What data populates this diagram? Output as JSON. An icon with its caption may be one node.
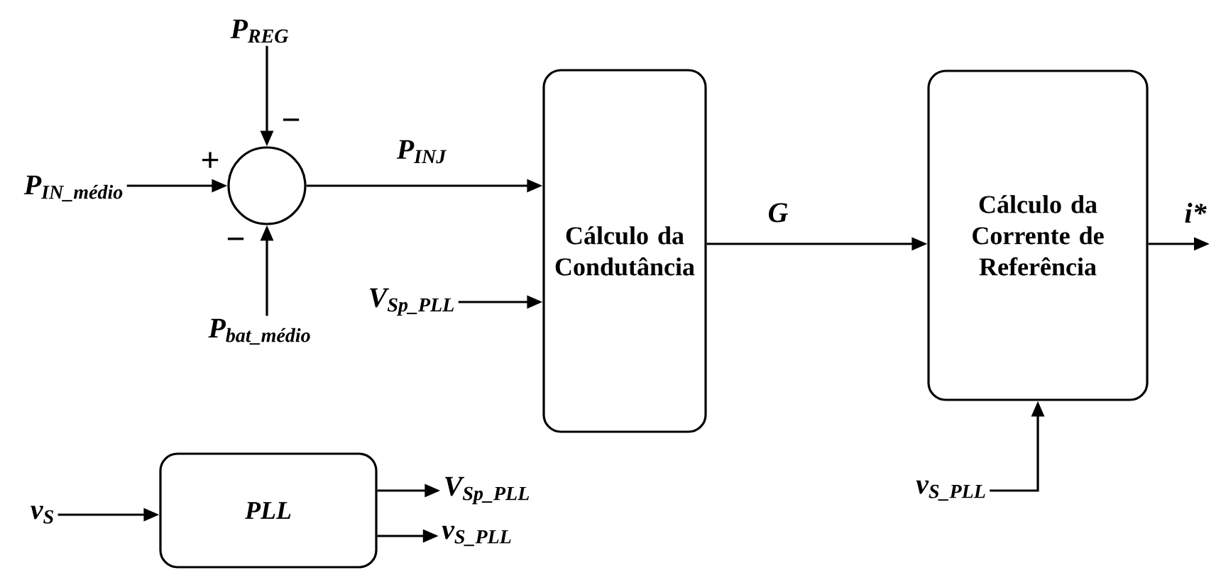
{
  "diagram": {
    "nodes": [
      {
        "text": [
          "P$_{IN_médio}$"
        ]
      },
      {
        "text": [
          "P$_{REG}$"
        ]
      },
      {
        "text": [
          "P$_{bat_médio}$"
        ]
      },
      {
        "text": [],
        "shape": "circle"
      },
      {
        "text": [
          "Cálculo da Condutância"
        ]
      },
      {
        "text": [
          "V$_{Sp_PLL}$"
        ]
      },
      {
        "text": [
          "Cálculo da Corrente de Referência"
        ]
      },
      {
        "text": [
          "i*"
        ]
      },
      {
        "text": [
          "v$_{S_PLL}$"
        ]
      },
      {
        "text": [
          "v$_{S}$"
        ]
      },
      {
        "text": [
          "PLL"
        ]
      },
      {
        "text": [
          "V$_{Sp_PLL}$"
        ]
      },
      {
        "text": [
          "v$_{S_PLL}$"
        ]
      }
    ],
    "edges": [
      {
        "from": 0,
        "to": 3,
        "arrow": "to"
      },
      {
        "from": 1,
        "to": 3,
        "arrow": "to"
      },
      {
        "from": 2,
        "to": 3,
        "arrow": "to"
      },
      {
        "from": 3,
        "to": 4,
        "arrow": "to",
        "label": "P$_{INJ}$"
      },
      {
        "from": 5,
        "to": 4,
        "arrow": "to"
      },
      {
        "from": 4,
        "to": 6,
        "arrow": "to",
        "label": "G"
      },
      {
        "from": 6,
        "to": 7,
        "arrow": "to"
      },
      {
        "from": 8,
        "to": 6,
        "arrow": "to"
      },
      {
        "from": 9,
        "to": 10,
        "arrow": "to"
      },
      {
        "from": 10,
        "to": 11,
        "arrow": "to"
      },
      {
        "from": 10,
        "to": 12,
        "arrow": "to"
      }
    ],
    "labels": [
      "+",
      "−",
      "−"
    ]
  }
}
